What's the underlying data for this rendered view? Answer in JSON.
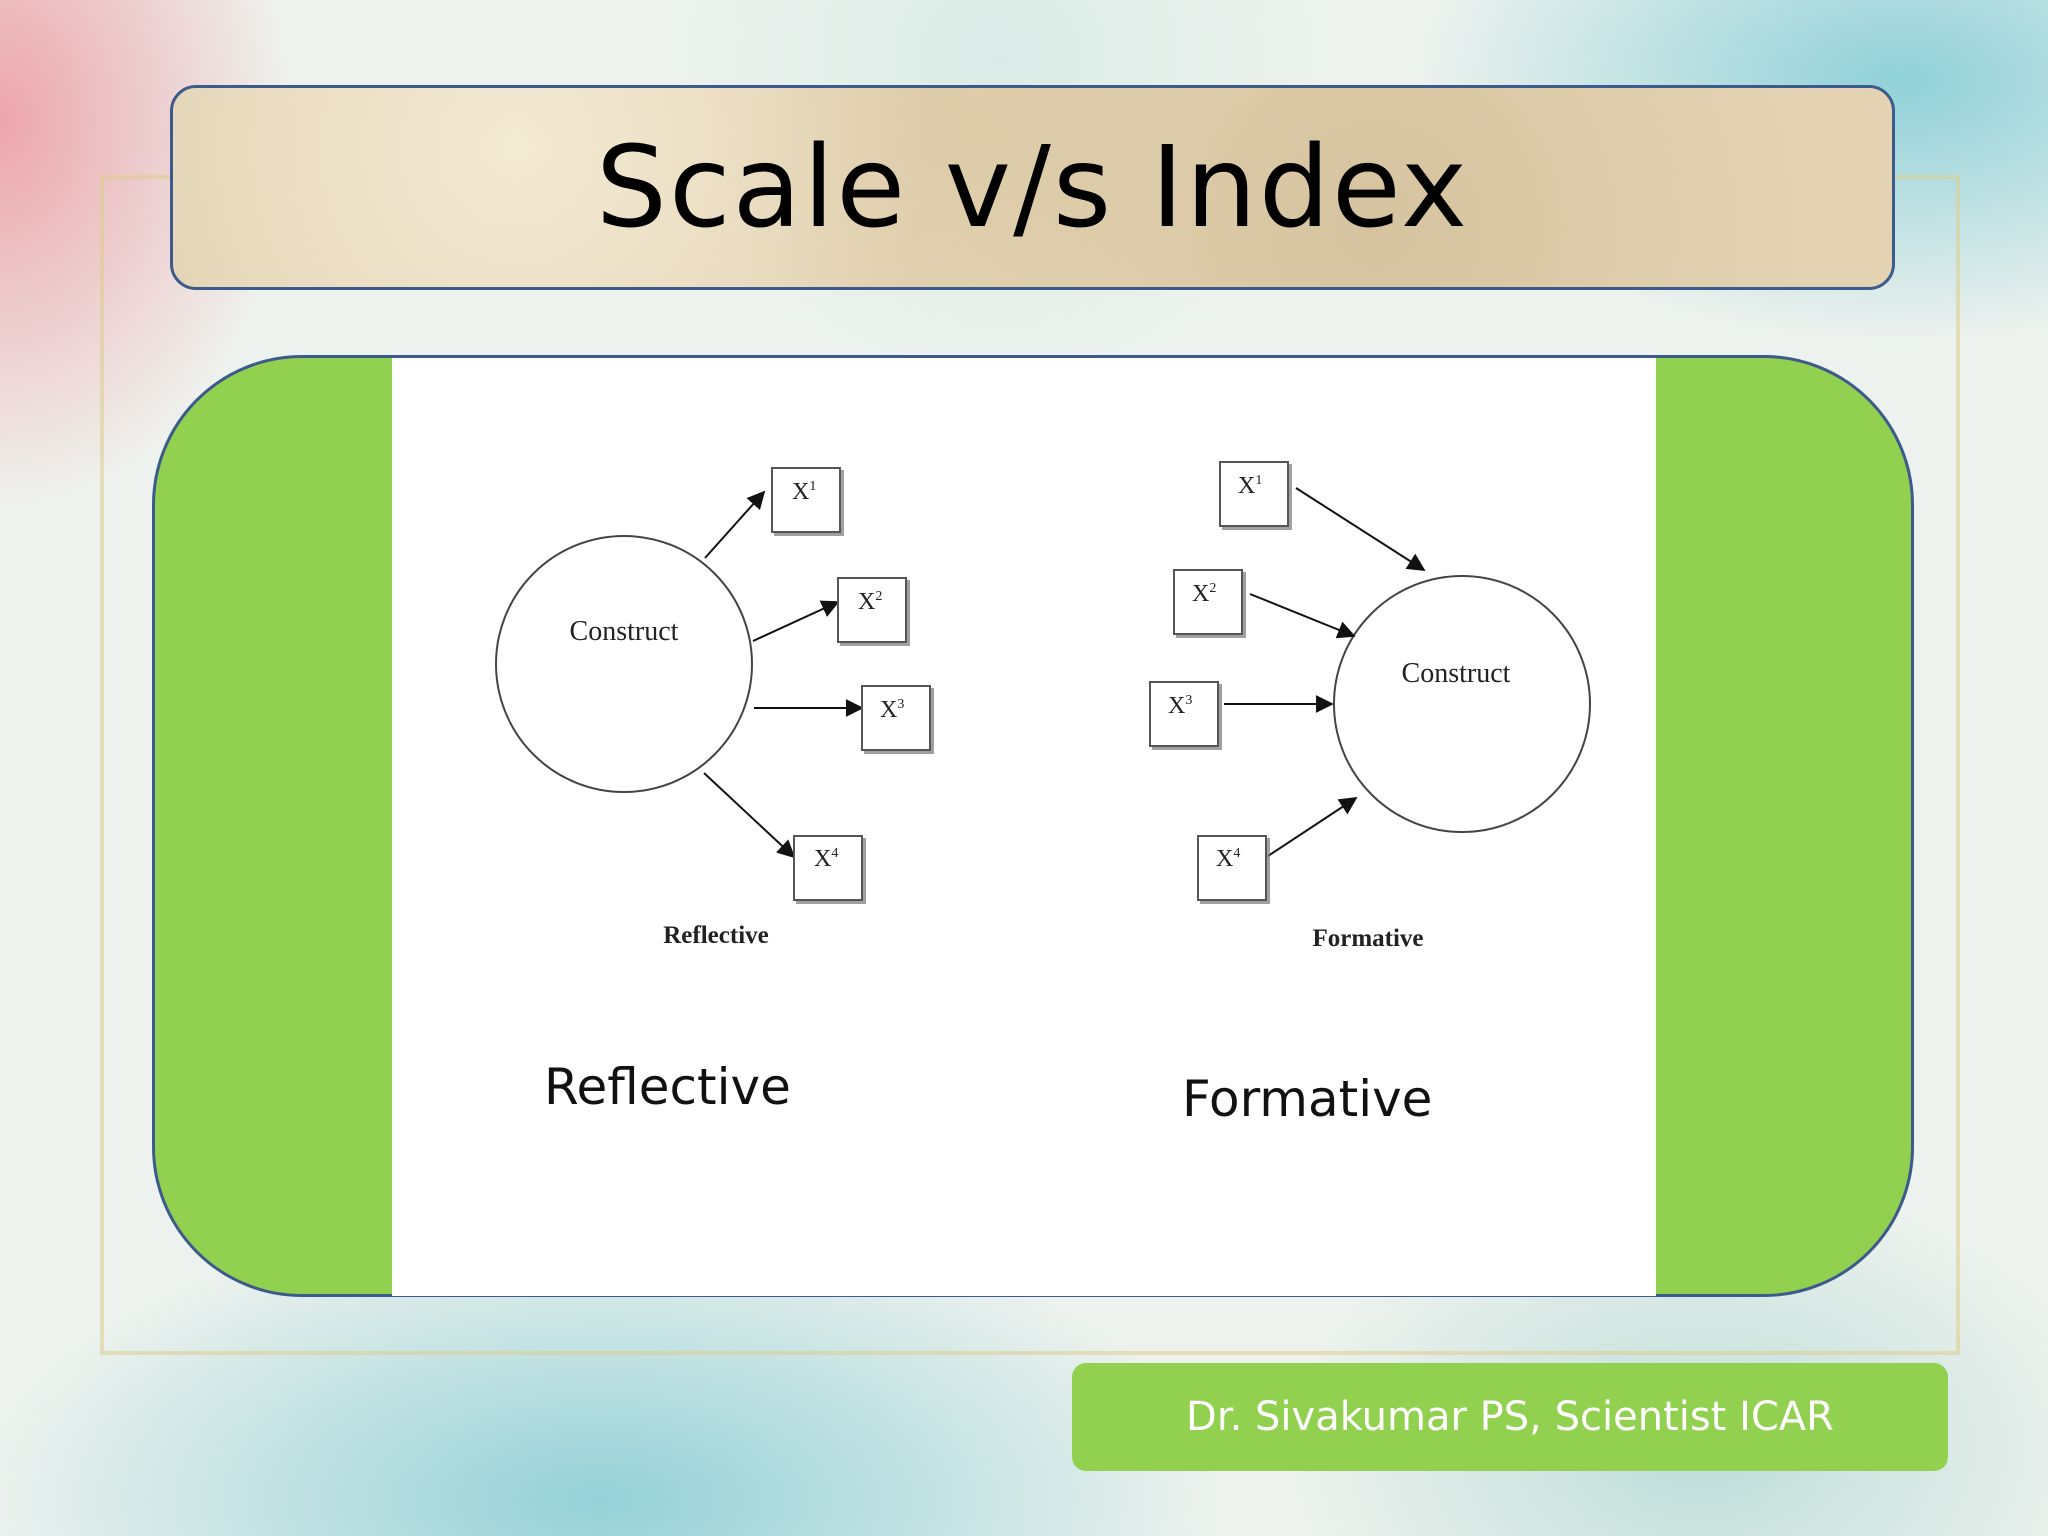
{
  "slide": {
    "title": "Scale v/s Index",
    "footer": "Dr. Sivakumar PS, Scientist ICAR"
  },
  "diagram": {
    "reflective": {
      "construct_label": "Construct",
      "indicators": [
        "X",
        "X",
        "X",
        "X"
      ],
      "superscripts": [
        "1",
        "2",
        "3",
        "4"
      ],
      "caption": "Reflective",
      "heading": "Reflective"
    },
    "formative": {
      "construct_label": "Construct",
      "indicators": [
        "X",
        "X",
        "X",
        "X"
      ],
      "superscripts": [
        "1",
        "2",
        "3",
        "4"
      ],
      "caption": "Formative",
      "heading": "Formative"
    }
  },
  "colors": {
    "panel_green": "#92d050",
    "border_blue": "#3c5a8c",
    "title_parchment": "#e3d3b3"
  }
}
